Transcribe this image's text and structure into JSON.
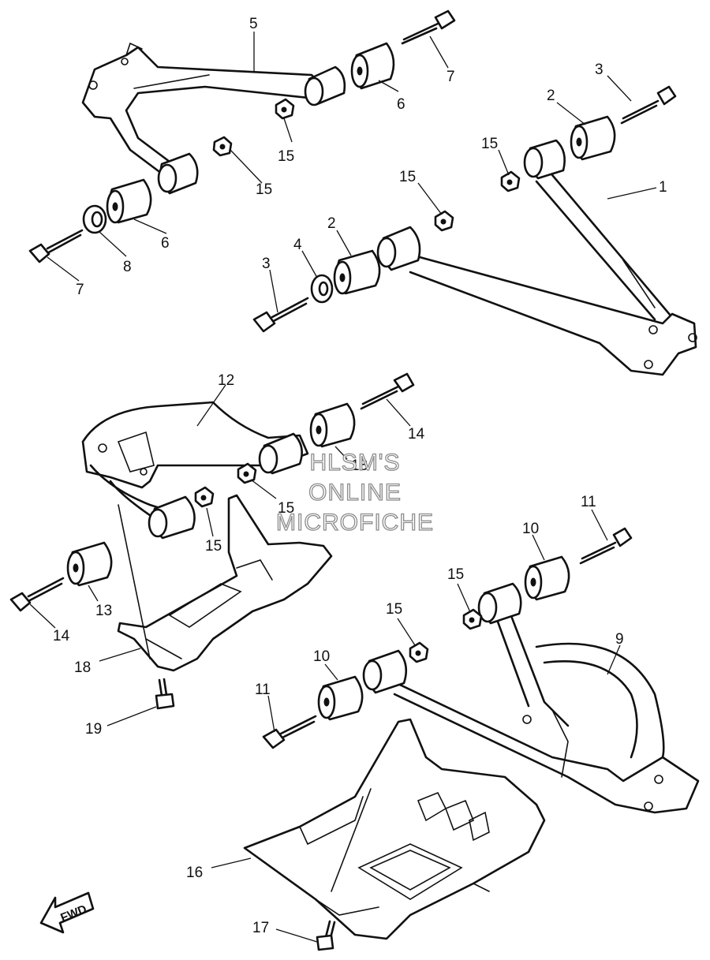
{
  "callouts": {
    "c1": "1",
    "c2a": "2",
    "c2b": "2",
    "c3a": "3",
    "c3b": "3",
    "c4": "4",
    "c5": "5",
    "c6a": "6",
    "c6b": "6",
    "c7a": "7",
    "c7b": "7",
    "c8": "8",
    "c9": "9",
    "c10a": "10",
    "c10b": "10",
    "c11a": "11",
    "c11b": "11",
    "c12": "12",
    "c13a": "13",
    "c13b": "13",
    "c14a": "14",
    "c14b": "14",
    "c15a": "15",
    "c15b": "15",
    "c15c": "15",
    "c15d": "15",
    "c15e": "15",
    "c15f": "15",
    "c15g": "15",
    "c15h": "15",
    "c16": "16",
    "c17": "17",
    "c18": "18",
    "c19": "19"
  },
  "watermark": {
    "line1": "HLSM'S",
    "line2": "ONLINE",
    "line3": "MICROFICHE"
  },
  "fwd_label": "FWD"
}
